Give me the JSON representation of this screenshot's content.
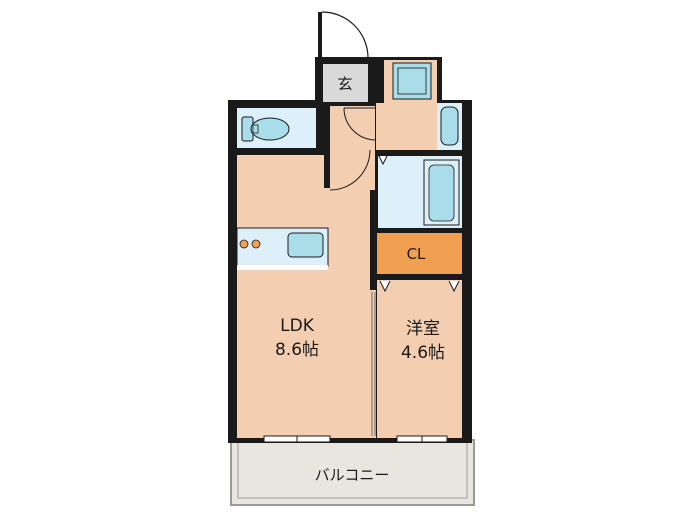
{
  "rooms": {
    "entrance": {
      "label": "玄"
    },
    "closet": {
      "label": "CL"
    },
    "ldk": {
      "label": "LDK",
      "area": "8.6帖"
    },
    "western_room": {
      "label": "洋室",
      "area": "4.6帖"
    },
    "balcony": {
      "label": "バルコニー"
    }
  },
  "colors": {
    "wall": "#1a1a1a",
    "room_floor": "#f4ceb0",
    "wet_area": "#ddf0fa",
    "fixture": "#a8dde9",
    "closet": "#f0a050",
    "balcony": "#e8e6df",
    "entrance": "#d9d9d9"
  }
}
